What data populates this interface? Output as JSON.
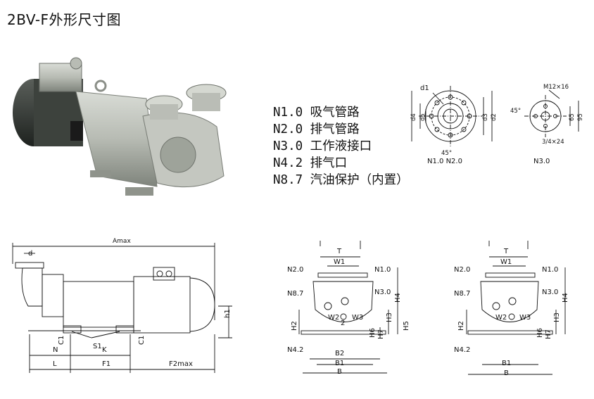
{
  "title": "2BV-F外形尺寸图",
  "legend": [
    "N1.0 吸气管路",
    "N2.0 排气管路",
    "N3.0 工作液接口",
    "N4.2 排气口",
    "N8.7 汽油保护（内置）"
  ],
  "flange_views": {
    "left": {
      "caption": "N1.0  N2.0",
      "d1": "d1",
      "d4": "d4",
      "d5": "d5",
      "d3": "d3",
      "d2": "d2",
      "angle": "45°"
    },
    "right": {
      "caption": "N3.0",
      "bolt": "M12×16",
      "angle": "45°",
      "thread": "3/4×24",
      "d65": "65",
      "d95": "95"
    }
  },
  "side_view": {
    "Amax": "Amax",
    "d": "d",
    "h1": "h1",
    "C1a": "C1",
    "C1b": "C1",
    "S1": "S1",
    "N": "N",
    "K": "K",
    "L": "L",
    "F1": "F1",
    "F2max": "F2max"
  },
  "end_view_1": {
    "T": "T",
    "W1": "W1",
    "N2": "N2.0",
    "N1": "N1.0",
    "N87": "N8.7",
    "N3": "N3.0",
    "H2": "H2",
    "W2": "W2",
    "W3": "W3",
    "two": "2",
    "H3": "H3",
    "H4": "H4",
    "H5": "H5",
    "H6": "H6",
    "H7": "H7",
    "N42": "N4.2",
    "B2": "B2",
    "B1": "B1",
    "B": "B"
  },
  "end_view_2": {
    "T": "T",
    "W1": "W1",
    "N2": "N2.0",
    "N1": "N1.0",
    "N87": "N8.7",
    "N3": "N3.0",
    "H2": "H2",
    "W2": "W2",
    "W3": "W3",
    "H3": "H3",
    "H4": "H4",
    "H6": "H6",
    "H7": "H7",
    "N42": "N4.2",
    "B1": "B1",
    "B": "B"
  }
}
